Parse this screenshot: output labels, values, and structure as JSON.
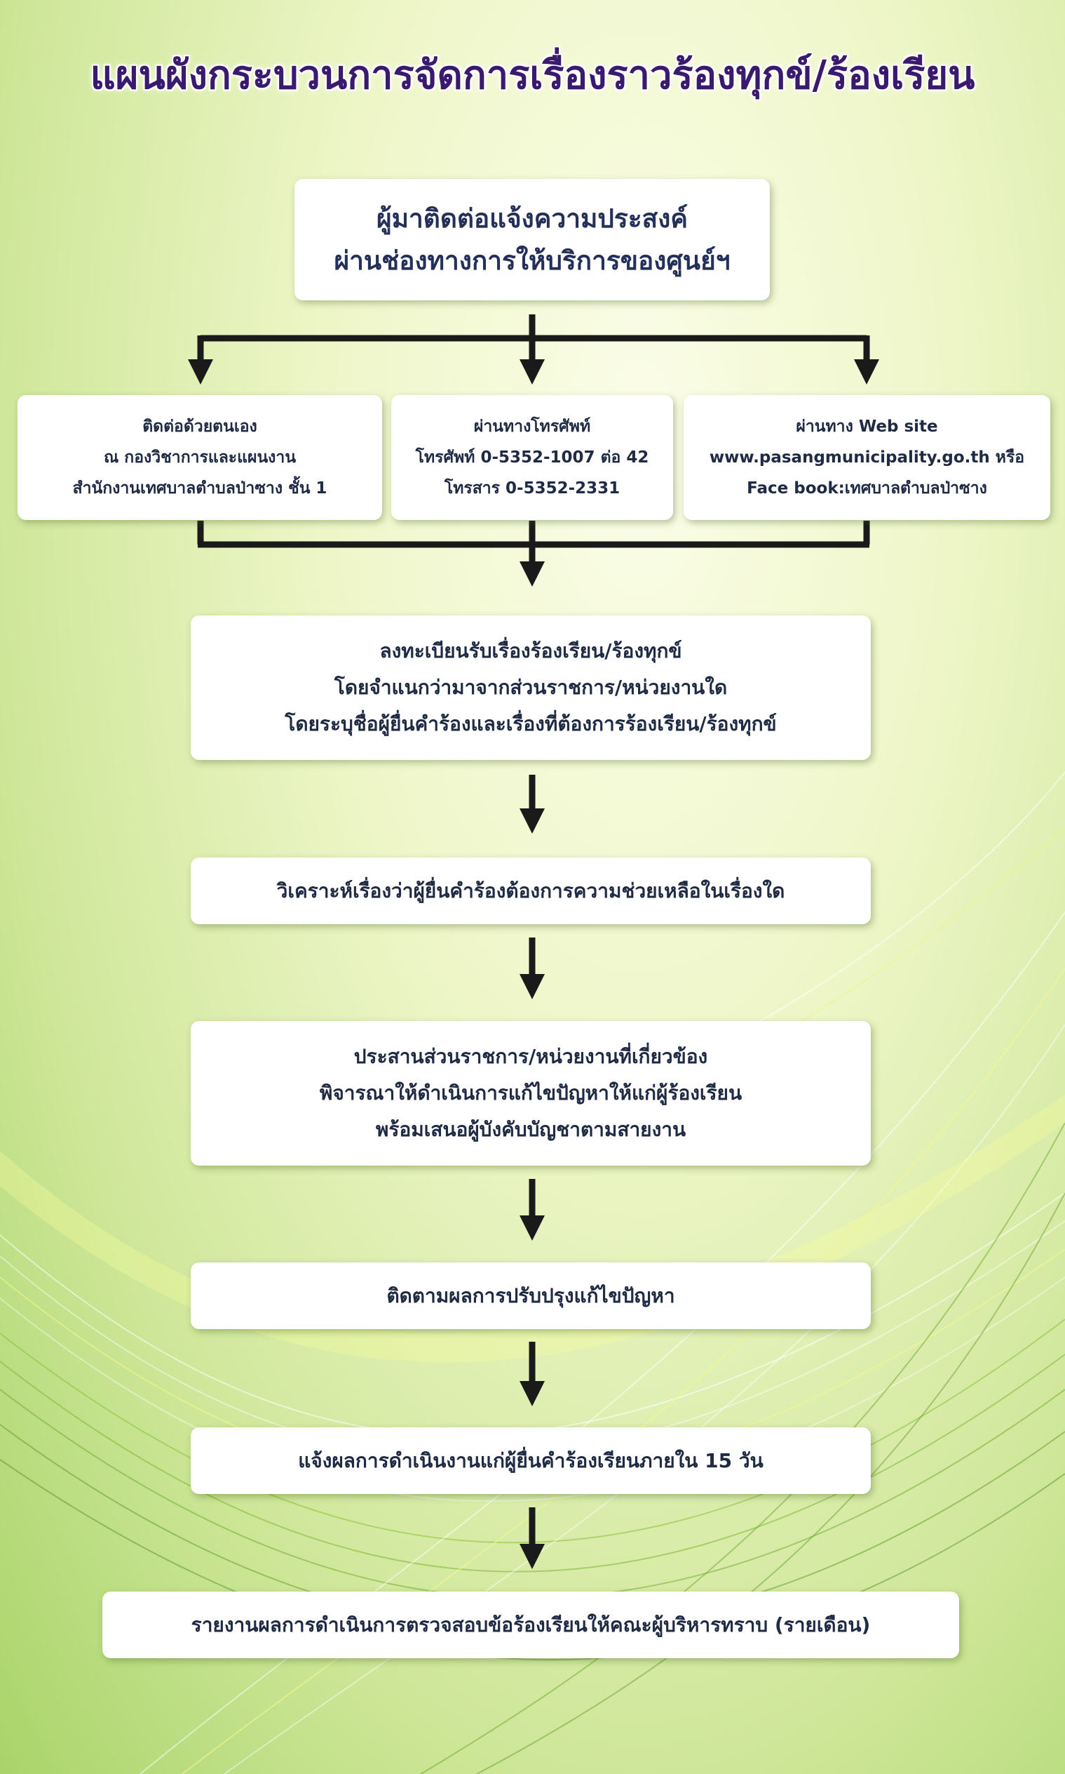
{
  "title": "แผนผังกระบวนการจัดการเรื่องราวร้องทุกข์/ร้องเรียน",
  "start": {
    "lines": [
      "ผู้มาติดต่อแจ้งความประสงค์",
      "ผ่านช่องทางการให้บริการของศูนย์ฯ"
    ]
  },
  "channels": [
    {
      "lines": [
        "ติดต่อด้วยตนเอง",
        "ณ กองวิชาการและแผนงาน",
        "สำนักงานเทศบาลตำบลป่าซาง ชั้น 1"
      ]
    },
    {
      "lines": [
        "ผ่านทางโทรศัพท์",
        "โทรศัพท์ 0-5352-1007 ต่อ 42",
        "โทรสาร 0-5352-2331"
      ]
    },
    {
      "lines": [
        "ผ่านทาง Web site",
        "www.pasangmunicipality.go.th หรือ",
        "Face book:เทศบาลตำบลป่าซาง"
      ]
    }
  ],
  "steps": [
    {
      "lines": [
        "ลงทะเบียนรับเรื่องร้องเรียน/ร้องทุกข์",
        "โดยจำแนกว่ามาจากส่วนราชการ/หน่วยงานใด",
        "โดยระบุชื่อผู้ยื่นคำร้องและเรื่องที่ต้องการร้องเรียน/ร้องทุกข์"
      ]
    },
    {
      "lines": [
        "วิเคราะห์เรื่องว่าผู้ยื่นคำร้องต้องการความช่วยเหลือในเรื่องใด"
      ]
    },
    {
      "lines": [
        "ประสานส่วนราชการ/หน่วยงานที่เกี่ยวข้อง",
        "พิจารณาให้ดำเนินการแก้ไขปัญหาให้แก่ผู้ร้องเรียน",
        "พร้อมเสนอผู้บังคับบัญชาตามสายงาน"
      ]
    },
    {
      "lines": [
        "ติดตามผลการปรับปรุงแก้ไขปัญหา"
      ]
    },
    {
      "lines": [
        "แจ้งผลการดำเนินงานแก่ผู้ยื่นคำร้องเรียนภายใน 15  วัน"
      ]
    },
    {
      "lines": [
        "รายงานผลการดำเนินการตรวจสอบข้อร้องเรียนให้คณะผู้บริหารทราบ (รายเดือน)"
      ]
    }
  ]
}
